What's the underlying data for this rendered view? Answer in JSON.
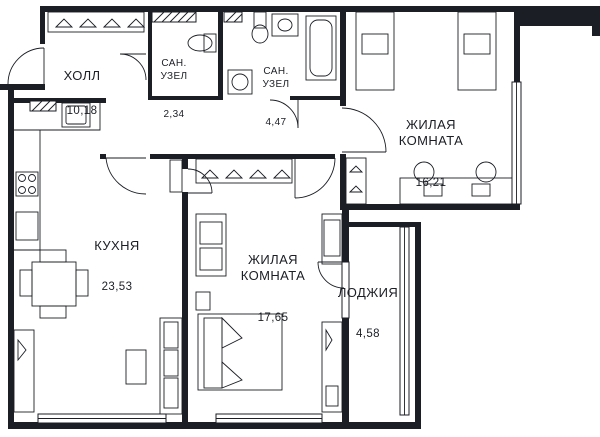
{
  "rooms": {
    "hall": {
      "name": "ХОЛЛ",
      "area": "10,18"
    },
    "wc1": {
      "name": "САН.\nУЗЕЛ",
      "area": "2,34"
    },
    "wc2": {
      "name": "САН.\nУЗЕЛ",
      "area": "4,47"
    },
    "bedroom1": {
      "name": "ЖИЛАЯ\nКОМНАТА",
      "area": "16,21"
    },
    "kitchen": {
      "name": "КУХНЯ",
      "area": "23,53"
    },
    "bedroom2": {
      "name": "ЖИЛАЯ\nКОМНАТА",
      "area": "17,65"
    },
    "loggia": {
      "name": "ЛОДЖИЯ",
      "area": "4,58"
    }
  },
  "colors": {
    "ink": "#1b1e24",
    "background": "#ffffff"
  }
}
